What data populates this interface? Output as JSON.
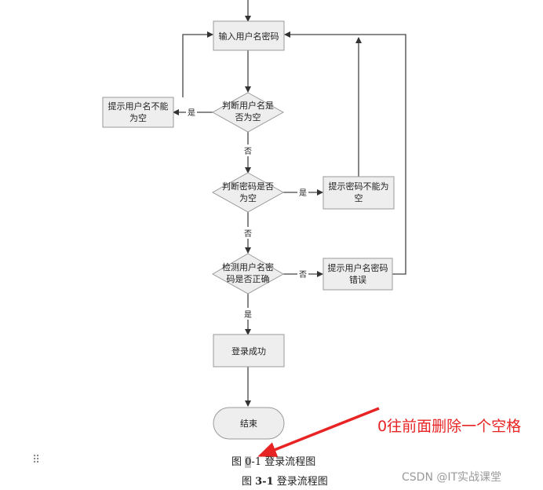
{
  "diagram": {
    "nodes": {
      "input": "输入用户名密码",
      "check_user_empty": [
        "判断用户名是",
        "否为空"
      ],
      "prompt_user_empty": [
        "提示用户名不能",
        "为空"
      ],
      "check_pwd_empty": [
        "判断密码是否",
        "为空"
      ],
      "prompt_pwd_empty": [
        "提示密码不能为",
        "空"
      ],
      "check_correct": [
        "检测用户名密",
        "码是否正确"
      ],
      "prompt_wrong": [
        "提示用户名密码",
        "错误"
      ],
      "success": "登录成功",
      "end": "结束"
    },
    "edge_labels": {
      "yes_user_empty": "是",
      "no_user_empty": "否",
      "yes_pwd_empty": "是",
      "no_pwd_empty": "否",
      "no_correct": "否",
      "yes_correct": "是"
    }
  },
  "annotation": "0往前面删除一个空格",
  "caption_editing": {
    "prefix": "图 ",
    "highlighted": "0",
    "suffix": "-1  登录流程图"
  },
  "caption_final": {
    "prefix": "图 ",
    "number": "3-1",
    "suffix": " 登录流程图"
  },
  "drag_handle_icon": "⠿",
  "watermark": "CSDN @IT实战课堂",
  "colors": {
    "annotation_red": "#e82323",
    "node_fill": "#eeeeee",
    "node_stroke": "#9a9a9a"
  }
}
